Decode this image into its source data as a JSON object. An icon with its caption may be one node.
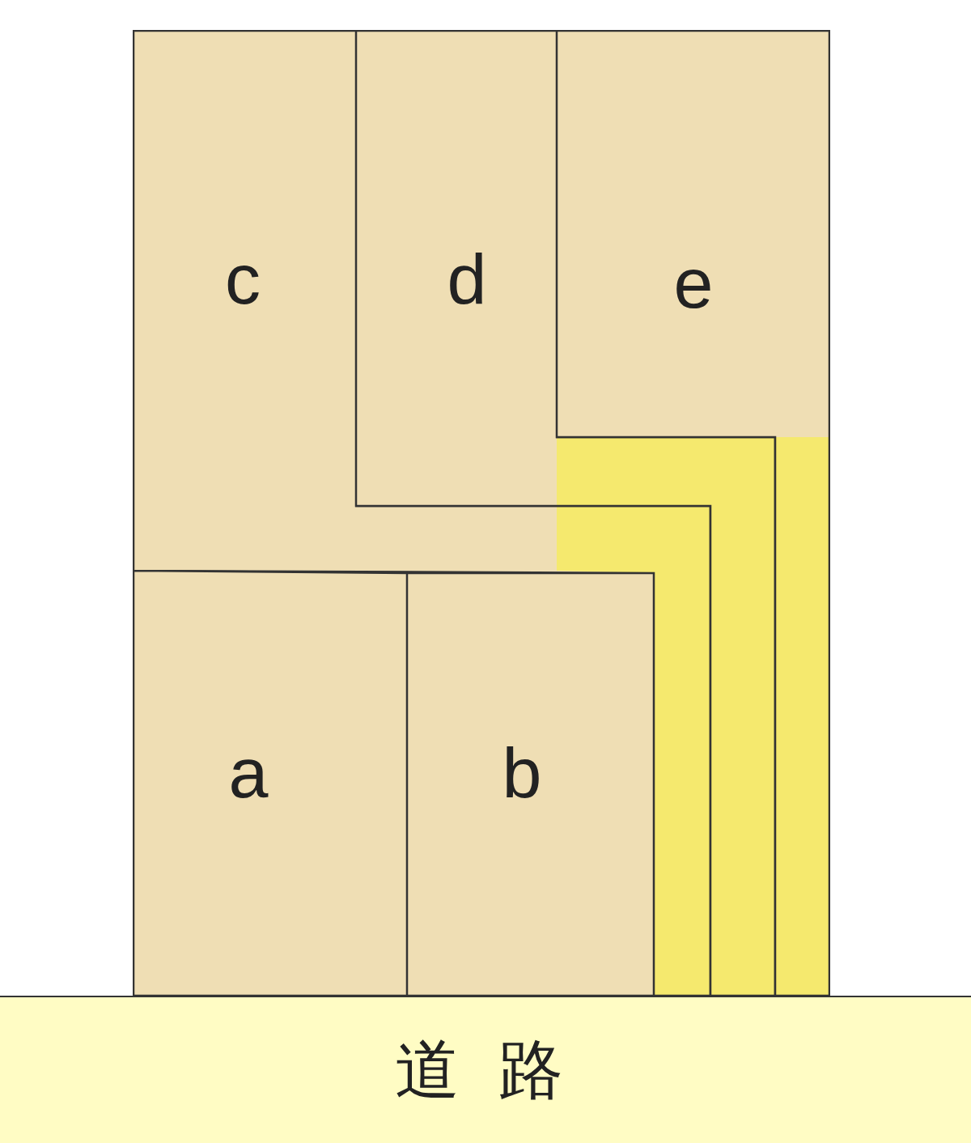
{
  "diagram": {
    "nodes": [
      {
        "text": [
          "c"
        ]
      },
      {
        "text": [
          "d"
        ]
      },
      {
        "text": [
          "e"
        ]
      },
      {
        "text": [
          "a"
        ]
      },
      {
        "text": [
          "b"
        ]
      },
      {
        "text": [
          "道路"
        ]
      }
    ]
  }
}
